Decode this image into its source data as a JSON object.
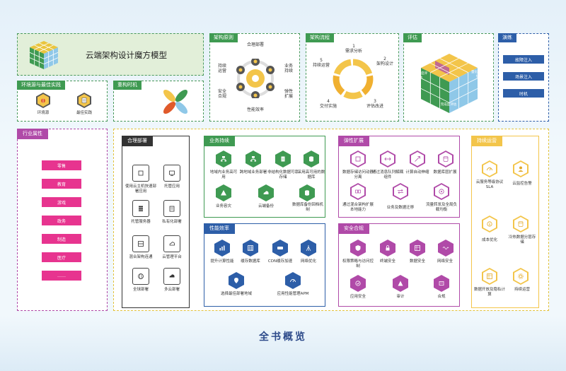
{
  "header": {
    "title": "云端架构设计魔方模型"
  },
  "env": {
    "tag": "环境源与最佳实践",
    "items": [
      "环境源",
      "最佳实践"
    ]
  },
  "timing": {
    "tag": "重构时机"
  },
  "principles": {
    "tag": "架构原则",
    "items": [
      "合理部署",
      "业务持续",
      "弹性扩展",
      "性能效率",
      "安全合规",
      "持续运营"
    ]
  },
  "process": {
    "tag": "架构流程",
    "steps": [
      {
        "num": "1",
        "label": "需求分析"
      },
      {
        "num": "2",
        "label": "架构设计"
      },
      {
        "num": "3",
        "label": "评估改进"
      },
      {
        "num": "4",
        "label": "交付实施"
      },
      {
        "num": "5",
        "label": "持续运营"
      }
    ]
  },
  "evaluate": {
    "tag": "评估",
    "cube_labels": [
      "成熟度评估",
      "量化性评估",
      "完成度评估"
    ]
  },
  "drill": {
    "tag": "演练",
    "buttons": [
      "故障注入",
      "场景注入",
      "时机"
    ]
  },
  "industry": {
    "tag": "行业属性",
    "items": [
      "零售",
      "教育",
      "游戏",
      "政务",
      "制造",
      "医疗",
      "……"
    ]
  },
  "deploy": {
    "tag": "合理部署",
    "items": [
      "使用云主机快速部署应用",
      "托管应用",
      "托管服务器",
      "私有化部署",
      "混合架构连通",
      "云管理平台",
      "全球部署",
      "多云部署"
    ]
  },
  "continuity": {
    "tag": "业务持续",
    "items": [
      "地域内业务高可用",
      "跨地域业务部署",
      "非结构化数据可靠存储",
      "采用高可用的数据库",
      "业务容灾",
      "云端备份",
      "数据库备份回档机制"
    ]
  },
  "elastic": {
    "tag": "弹性扩展",
    "items": [
      "数据存储访问动静分离",
      "通过消息队列解耦组件",
      "计算自动伸缩",
      "数据库层扩展",
      "通过混合架构扩展本地能力",
      "业务及数据迁移",
      "流量转发及全局负载均衡"
    ]
  },
  "performance": {
    "tag": "性能效率",
    "items": [
      "提升计算性能",
      "缓存数据库",
      "CDN缓存加速",
      "网络优化",
      "选择最佳部署地域",
      "应用性能管理APM"
    ]
  },
  "security": {
    "tag": "安全合规",
    "items": [
      "权限策略与访问控制",
      "终端安全",
      "数据安全",
      "网络安全",
      "应用安全",
      "审计",
      "合规"
    ]
  },
  "ops": {
    "tag": "持续运营",
    "items": [
      "云服务等级协议SLA",
      "云监控告警",
      "成本优化",
      "冷热数据分层存储",
      "数据开放及隐私计算",
      "持续运营"
    ]
  },
  "footer": {
    "title": "全书概览"
  },
  "colors": {
    "green": "#3f9a52",
    "navy": "#2d5ea8",
    "purple": "#b04aa8",
    "pink": "#e7348f",
    "yellow": "#f3c54a"
  }
}
